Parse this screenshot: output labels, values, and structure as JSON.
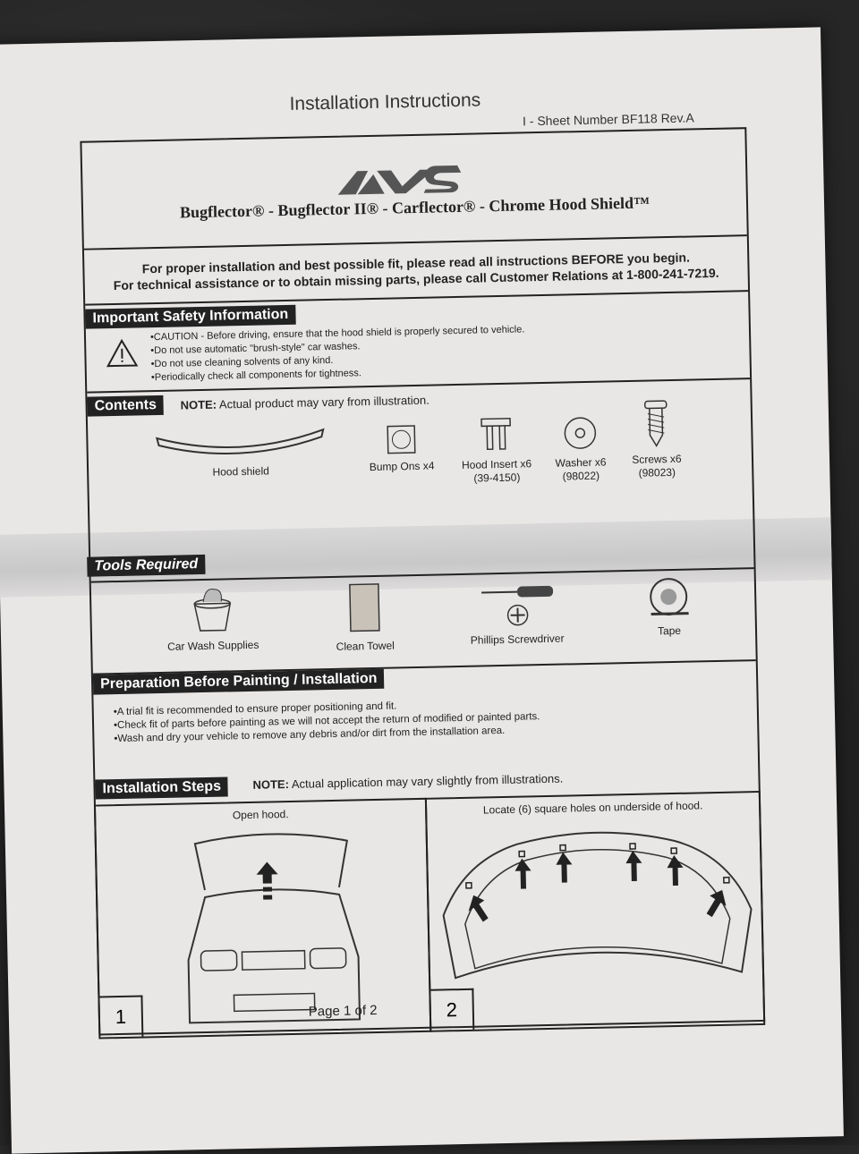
{
  "header": {
    "title": "Installation Instructions",
    "sheet_number": "I - Sheet Number BF118 Rev.A",
    "brand": "AVS"
  },
  "products": "Bugflector® - Bugflector II® - Carflector® - Chrome Hood Shield™",
  "notice": {
    "line1": "For proper installation and best possible fit, please read all instructions BEFORE you begin.",
    "line2": "For technical assistance or to obtain missing parts, please call Customer Relations at 1-800-241-7219."
  },
  "safety": {
    "heading": "Important Safety Information",
    "items": [
      "CAUTION - Before driving, ensure that the hood shield is properly secured to vehicle.",
      "Do not use automatic \"brush-style\" car washes.",
      "Do not use cleaning solvents of any kind.",
      "Periodically check all components for tightness."
    ]
  },
  "contents": {
    "heading": "Contents",
    "note_label": "NOTE:",
    "note_text": "Actual product may vary from illustration.",
    "items": [
      {
        "label": "Hood shield",
        "code": ""
      },
      {
        "label": "Bump Ons x4",
        "code": ""
      },
      {
        "label": "Hood Insert x6",
        "code": "(39-4150)"
      },
      {
        "label": "Washer x6",
        "code": "(98022)"
      },
      {
        "label": "Screws x6",
        "code": "(98023)"
      }
    ]
  },
  "tools": {
    "heading": "Tools Required",
    "items": [
      "Car Wash Supplies",
      "Clean Towel",
      "Phillips Screwdriver",
      "Tape"
    ]
  },
  "prep": {
    "heading": "Preparation Before Painting / Installation",
    "items": [
      "A trial fit is recommended to ensure proper positioning and fit.",
      "Check fit of parts before painting as we will not accept the return of modified or painted parts.",
      "Wash and dry your vehicle to remove any debris and/or dirt from the installation area."
    ]
  },
  "steps": {
    "heading": "Installation Steps",
    "note_label": "NOTE:",
    "note_text": "Actual application may vary slightly from illustrations.",
    "items": [
      {
        "number": "1",
        "caption": "Open hood."
      },
      {
        "number": "2",
        "caption": "Locate (6) square holes on underside of hood."
      }
    ]
  },
  "footer": {
    "page": "Page 1 of 2"
  }
}
